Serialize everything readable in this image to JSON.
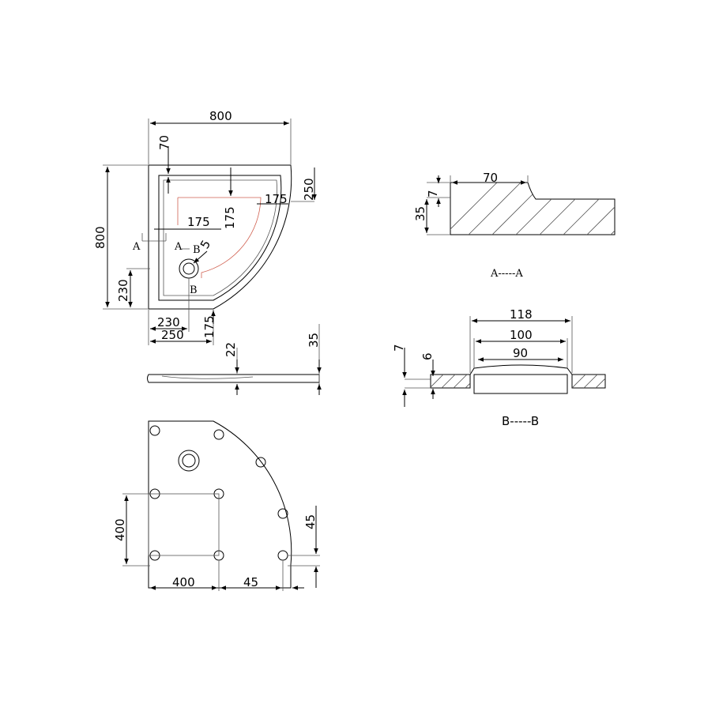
{
  "plan_view": {
    "dim_width": "800",
    "dim_height": "800",
    "dim_rim_70": "70",
    "dim_radius_250": "250",
    "dim_175_top": "175",
    "dim_175_horizontal": "175",
    "dim_175_vertical": "175",
    "dim_5": "5",
    "dim_230_vertical": "230",
    "dim_230_horizontal": "230",
    "dim_250_horizontal": "250",
    "dim_175_bottom": "175",
    "section_a_left": "A",
    "section_a_right": "A",
    "section_b_top": "B",
    "section_b_bottom": "B"
  },
  "side_view": {
    "dim_22": "22",
    "dim_35": "35"
  },
  "bottom_view": {
    "dim_400_vertical": "400",
    "dim_400_horizontal": "400",
    "dim_45_vertical": "45",
    "dim_45_horizontal": "45"
  },
  "section_aa": {
    "dim_70": "70",
    "dim_7": "7",
    "dim_35": "35",
    "label": "A-----A"
  },
  "section_bb": {
    "dim_118": "118",
    "dim_100": "100",
    "dim_90": "90",
    "dim_7": "7",
    "dim_6": "6",
    "label": "B-----B"
  }
}
